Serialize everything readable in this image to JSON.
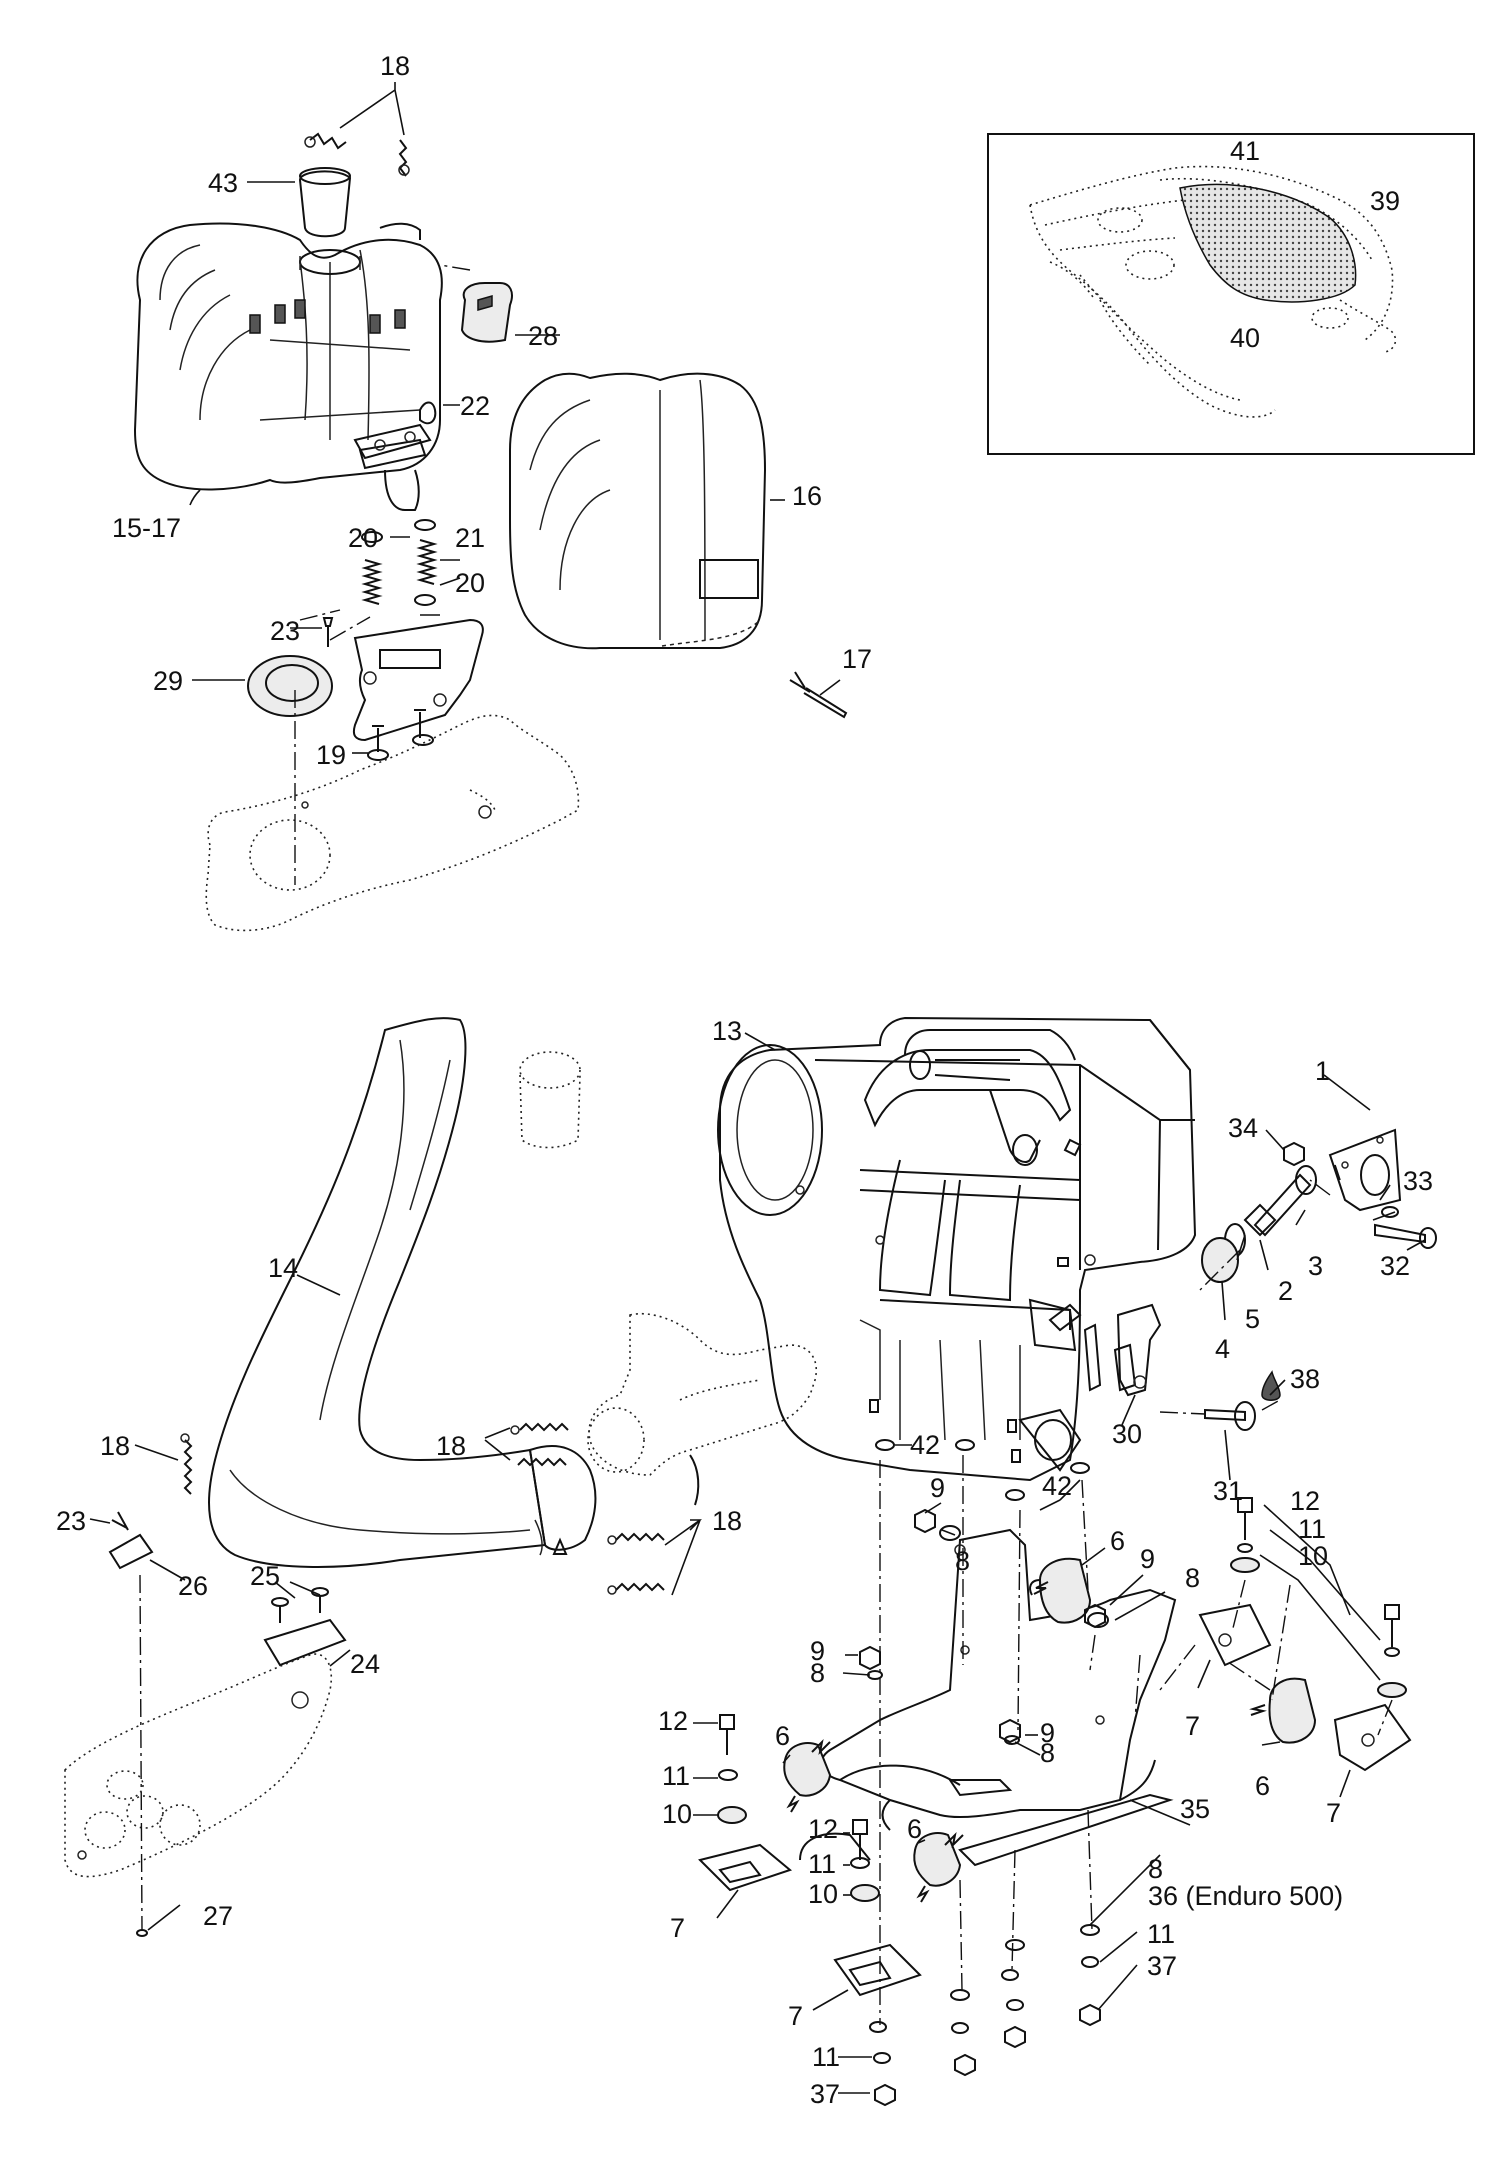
{
  "labels": {
    "p1": "1",
    "p2": "2",
    "p3": "3",
    "p4": "4",
    "p5": "5",
    "p6": "6",
    "p7": "7",
    "p8": "8",
    "p9": "9",
    "p10": "10",
    "p11": "11",
    "p12": "12",
    "p13": "13",
    "p14": "14",
    "p15_17": "15-17",
    "p16": "16",
    "p17": "17",
    "p18": "18",
    "p19": "19",
    "p20": "20",
    "p21": "21",
    "p22": "22",
    "p23": "23",
    "p24": "24",
    "p25": "25",
    "p26": "26",
    "p27": "27",
    "p28": "28",
    "p29": "29",
    "p30": "30",
    "p31": "31",
    "p32": "32",
    "p33": "33",
    "p34": "34",
    "p35": "35",
    "p36": "36 (Enduro 500)",
    "p37": "37",
    "p38": "38",
    "p39": "39",
    "p40": "40",
    "p41": "41",
    "p42": "42",
    "p43": "43"
  },
  "colors": {
    "ink": "#111111",
    "paper": "#ffffff",
    "mesh": "#cfcfcf"
  }
}
